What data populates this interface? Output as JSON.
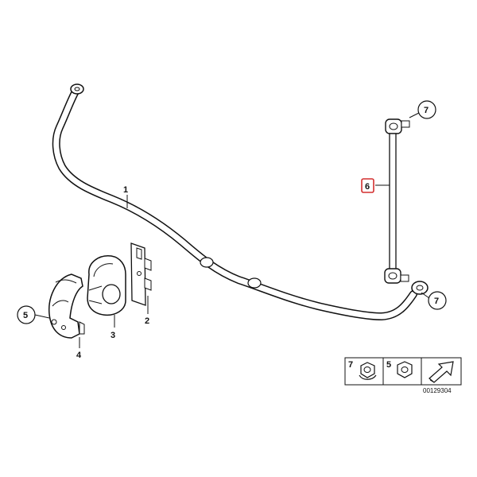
{
  "diagram": {
    "part_labels": {
      "stabilizer_bar": "1",
      "bracket": "2",
      "rubber_mounting": "3",
      "holder": "4",
      "hex_nut_callout": "5",
      "link_callout": "6",
      "collar_nut_top": "7",
      "collar_nut_bottom": "7"
    },
    "legend": {
      "item_collar_nut": "7",
      "item_hex_nut": "5"
    },
    "catalog_number": "00129304",
    "colors": {
      "line": "#111111",
      "highlight_box": "#d32f2f",
      "fill": "#ffffff"
    }
  }
}
